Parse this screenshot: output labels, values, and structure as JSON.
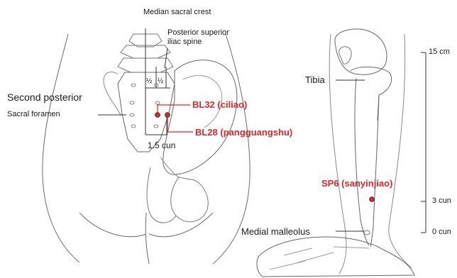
{
  "labels": {
    "median_sacral_crest": "Median sacral crest",
    "psis_line1": "Posterior superior",
    "psis_line2": "iliac spine",
    "second_posterior": "Second posterior",
    "sacral_foramen": "Sacral foramen",
    "half_left": "½",
    "half_right": "½",
    "one_five_cun": "1.5 cun",
    "tibia": "Tibia",
    "medial_malleolus": "Medial malleolus"
  },
  "acupoints": {
    "bl32": "BL32 (ciliao)",
    "bl28": "BL28 (pangguangshu)",
    "sp6": "SP6 (sanyinjiao)"
  },
  "scale": {
    "top": "15 cm",
    "middle": "3 cun",
    "bottom": "0 cun"
  },
  "colors": {
    "accent": "#e0262b",
    "outline": "#555555",
    "text": "#1a1a1a"
  }
}
